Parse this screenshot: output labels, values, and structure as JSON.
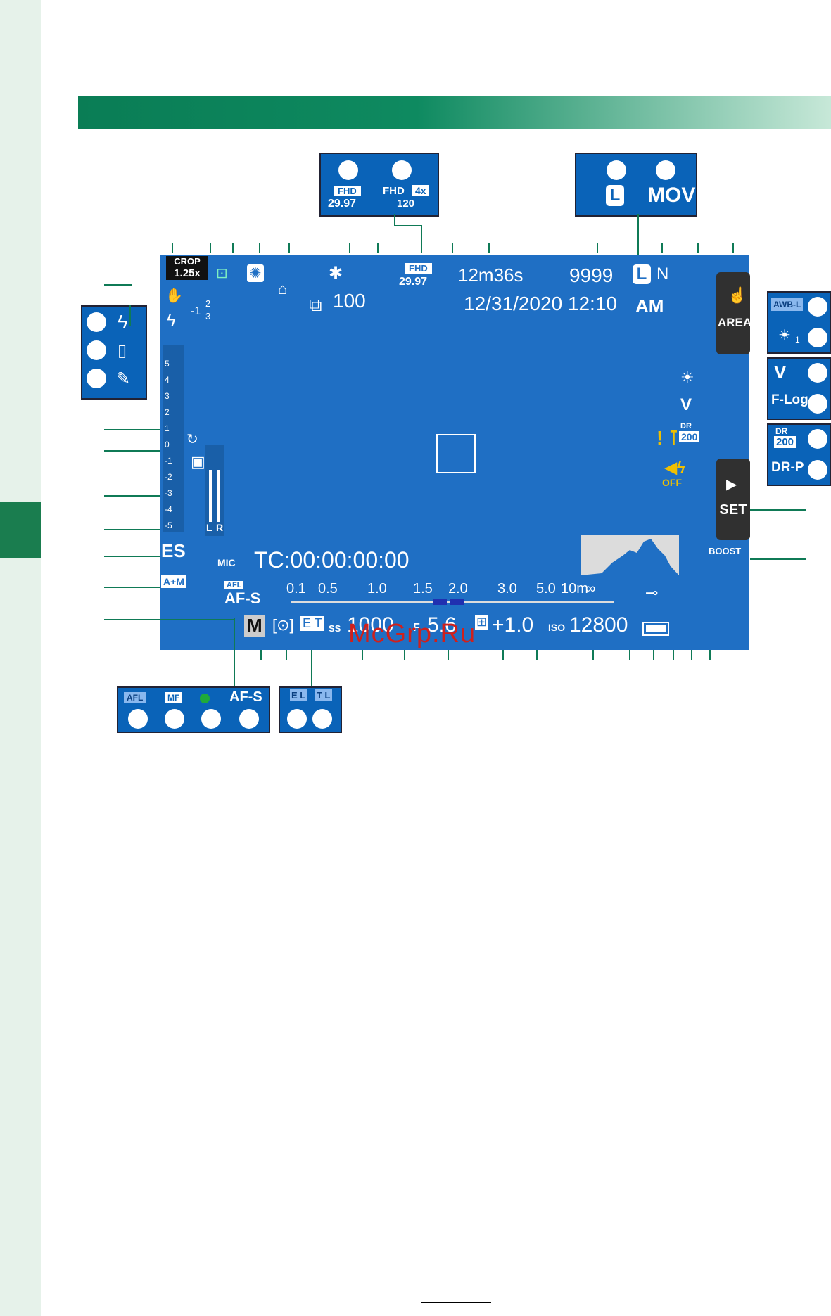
{
  "screen": {
    "crop_label": "CROP",
    "crop_value": "1.25x",
    "exposure_comp": "-1",
    "exposure_frac_num": "2",
    "exposure_frac_den": "3",
    "frame_count_remaining": "100",
    "fhd_label": "FHD",
    "fhd_rate": "29.97",
    "rec_time": "12m36s",
    "shots_remaining": "9999",
    "size_letter": "L",
    "quality_letter": "N",
    "datetime": "12/31/2020 12:10",
    "ampm": "AM",
    "area_label": "AREA",
    "scale_labels": [
      "5",
      "4",
      "3",
      "2",
      "1",
      "0",
      "-1",
      "-2",
      "-3",
      "-4",
      "-5"
    ],
    "level_l": "L",
    "level_r": "R",
    "es_label": "ES",
    "am_label": "A+M",
    "mic_label": "MIC",
    "afl_label": "AFL",
    "af_mode": "AF-S",
    "timecode": "TC:00:00:00:00",
    "distance_labels": [
      "0.1",
      "0.5",
      "1.0",
      "1.5",
      "2.0",
      "3.0",
      "5.0",
      "10m",
      "∞"
    ],
    "mode_letter": "M",
    "shutter": "1000",
    "ss_label": "SS",
    "aperture_label": "F",
    "aperture": "5.6",
    "exp_comp_value": "+1.0",
    "iso_label": "ISO",
    "iso_value": "12800",
    "dr_label": "DR",
    "dr_value": "200",
    "set_label": "SET",
    "boost_label": "BOOST",
    "sound_off": "OFF"
  },
  "callouts": {
    "movie_box": {
      "fhd1_label": "FHD",
      "fhd1_rate": "29.97",
      "fhd2_label": "FHD",
      "fhd2_badge": "4x",
      "fhd2_rate": "120"
    },
    "size_box": {
      "letter": "L",
      "format": "MOV"
    },
    "wb_box": {
      "awb": "AWB-L",
      "wb_sub": "1"
    },
    "film_box": {
      "flog": "F-Log"
    },
    "dr_box": {
      "dr_label": "DR",
      "dr_value": "200",
      "drp": "DR-P"
    },
    "af_box": {
      "afl": "AFL",
      "mf": "MF",
      "afs": "AF-S"
    },
    "lock_box": {
      "el": "E L",
      "tl": "T L"
    }
  },
  "watermark": "McGrp.Ru",
  "colors": {
    "screen": "#1f6fc4",
    "accent_green": "#0f7a56",
    "warning_yellow": "#f0c000"
  }
}
